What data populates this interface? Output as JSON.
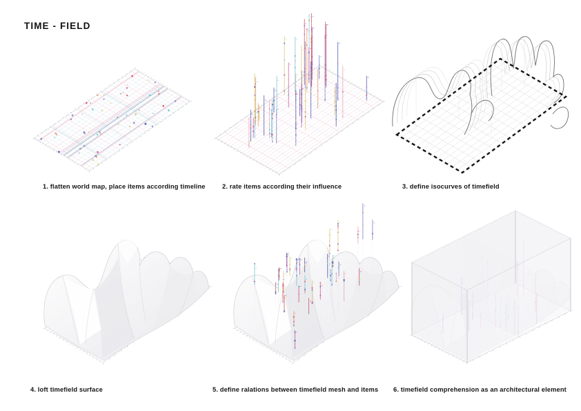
{
  "title": "TIME - FIELD",
  "steps": [
    {
      "caption": "1. flatten world map, place items according timeline"
    },
    {
      "caption": "2. rate items according their influence"
    },
    {
      "caption": "3. define isocurves of timefield"
    },
    {
      "caption": "4. loft timefield surface"
    },
    {
      "caption": "5. define ralations between timefield mesh and items"
    },
    {
      "caption": "6. timefield comprehension as an architectural element"
    }
  ],
  "palette": {
    "item_colors": [
      "#79c6d5",
      "#e8a4ba",
      "#cf5468",
      "#7a7ec9",
      "#4d58b2",
      "#d9c97d",
      "#c05da4",
      "#e09a62"
    ],
    "grid_pink": "#f2ccd8",
    "grid_pink_strong": "#eaa9c0",
    "grid_cyan": "#cfe9ef",
    "grid_cyan_strong": "#9ad2de",
    "grid_gray": "#e9e9ed",
    "plane_edge": "#c6c6cb",
    "iso_border": "#151515",
    "iso_curve": "#6e6e73",
    "tick": "#b2b2b7",
    "caption_color": "#141414",
    "background": "#ffffff"
  }
}
